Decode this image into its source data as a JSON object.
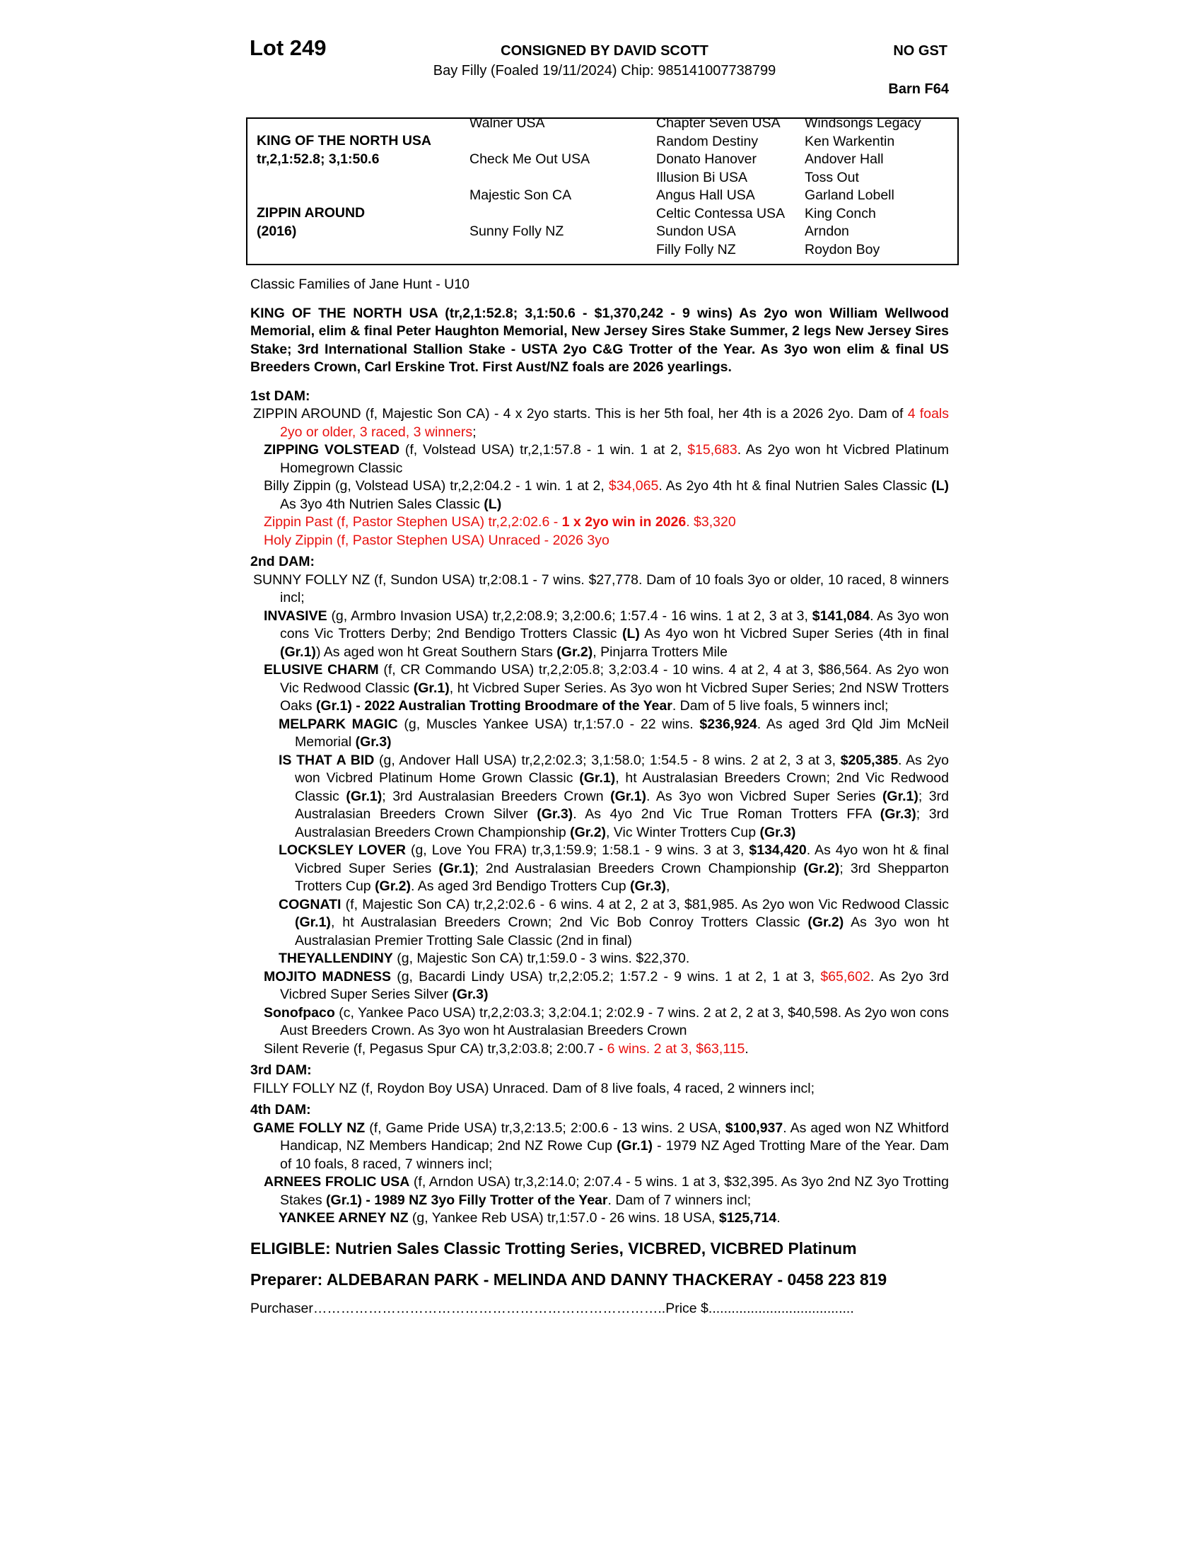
{
  "header": {
    "lot": "Lot 249",
    "consigned": "CONSIGNED BY DAVID SCOTT",
    "gst": "NO GST",
    "description": "Bay Filly (Foaled 19/11/2024) Chip: 985141007738799",
    "barn": "Barn F64"
  },
  "pedigree": {
    "sire": "KING OF THE NORTH USA",
    "sire_record": "tr,2,1:52.8; 3,1:50.6",
    "dam": "ZIPPIN AROUND",
    "dam_year": "(2016)",
    "gen2": [
      "Walner USA",
      "Check Me Out USA",
      "Majestic Son CA",
      "Sunny Folly NZ"
    ],
    "gen3": [
      "Chapter Seven USA",
      "Random Destiny",
      "Donato Hanover",
      "Illusion Bi USA",
      "Angus Hall USA",
      "Celtic Contessa USA",
      "Sundon USA",
      "Filly Folly NZ"
    ],
    "gen4": [
      "Windsongs Legacy",
      "Ken Warkentin",
      "Andover Hall",
      "Toss Out",
      "Garland Lobell",
      "King Conch",
      "Arndon",
      "Roydon Boy"
    ]
  },
  "family": "Classic Families of Jane Hunt - U10",
  "sire_summary": "KING OF THE NORTH USA (tr,2,1:52.8; 3,1:50.6 - $1,370,242 - 9 wins) As 2yo won William Wellwood Memorial, elim & final Peter Haughton Memorial, New Jersey Sires Stake Summer, 2 legs New Jersey Sires Stake; 3rd International Stallion Stake - USTA 2yo C&G Trotter of the Year. As 3yo won elim & final US Breeders Crown, Carl Erskine Trot. First Aust/NZ foals are 2026 yearlings.",
  "sections": [
    {
      "heading": "1st DAM:",
      "entries": [
        {
          "level": 0,
          "runs": [
            [
              "ZIPPIN AROUND (f, Majestic Son CA) - 4 x 2yo starts. This is her 5th foal, her 4th is a 2026 2yo. Dam of ",
              ""
            ],
            [
              "4 foals 2yo or older, 3 raced, 3 winners",
              "r"
            ],
            [
              ";",
              ""
            ]
          ]
        },
        {
          "level": 1,
          "runs": [
            [
              "ZIPPING VOLSTEAD",
              "b"
            ],
            [
              " (f, Volstead USA) tr,2,1:57.8 - 1 win. 1 at 2, ",
              ""
            ],
            [
              "$15,683",
              "r"
            ],
            [
              ". As 2yo won ht Vicbred Platinum Homegrown Classic",
              ""
            ]
          ]
        },
        {
          "level": 1,
          "runs": [
            [
              "Billy Zippin (g, Volstead USA) tr,2,2:04.2 - 1 win. 1 at 2, ",
              ""
            ],
            [
              "$34,065",
              "r"
            ],
            [
              ". As 2yo 4th ht & final Nutrien Sales Classic ",
              ""
            ],
            [
              "(L)",
              "b"
            ],
            [
              " As 3yo 4th Nutrien Sales Classic ",
              ""
            ],
            [
              "(L)",
              "b"
            ]
          ]
        },
        {
          "level": 1,
          "runs": [
            [
              "Zippin Past (f, Pastor Stephen USA) tr,2,2:02.6 - ",
              "r"
            ],
            [
              "1 x 2yo win in 2026",
              "r b"
            ],
            [
              ". $3,320",
              "r"
            ]
          ]
        },
        {
          "level": 1,
          "runs": [
            [
              "Holy Zippin (f, Pastor Stephen USA) Unraced - 2026 3yo",
              "r"
            ]
          ]
        }
      ]
    },
    {
      "heading": "2nd DAM:",
      "entries": [
        {
          "level": 0,
          "runs": [
            [
              "SUNNY FOLLY NZ (f, Sundon USA) tr,2:08.1 - 7 wins. $27,778. Dam of 10 foals 3yo or older, 10 raced, 8 winners incl;",
              ""
            ]
          ]
        },
        {
          "level": 1,
          "runs": [
            [
              "INVASIVE",
              "b"
            ],
            [
              " (g, Armbro Invasion USA) tr,2,2:08.9; 3,2:00.6; 1:57.4 - 16 wins. 1 at 2, 3 at 3, ",
              ""
            ],
            [
              "$141,084",
              "b"
            ],
            [
              ". As 3yo won cons Vic Trotters Derby; 2nd Bendigo Trotters Classic ",
              ""
            ],
            [
              "(L)",
              "b"
            ],
            [
              " As 4yo won ht Vicbred Super Series (4th in final ",
              ""
            ],
            [
              "(Gr.1)",
              "b"
            ],
            [
              ") As aged won ht Great Southern Stars ",
              ""
            ],
            [
              "(Gr.2)",
              "b"
            ],
            [
              ", Pinjarra Trotters Mile",
              ""
            ]
          ]
        },
        {
          "level": 1,
          "runs": [
            [
              "ELUSIVE CHARM",
              "b"
            ],
            [
              " (f, CR Commando USA) tr,2,2:05.8; 3,2:03.4 - 10 wins. 4 at 2, 4 at 3, $86,564. As 2yo won Vic Redwood Classic ",
              ""
            ],
            [
              "(Gr.1)",
              "b"
            ],
            [
              ", ht Vicbred Super Series. As 3yo won ht Vicbred Super Series; 2nd NSW Trotters Oaks ",
              ""
            ],
            [
              "(Gr.1) - 2022 Australian Trotting Broodmare of the Year",
              "b"
            ],
            [
              ". Dam of 5 live foals, 5 winners incl;",
              ""
            ]
          ]
        },
        {
          "level": 2,
          "runs": [
            [
              "MELPARK MAGIC",
              "b"
            ],
            [
              " (g, Muscles Yankee USA) tr,1:57.0 - 22 wins. ",
              ""
            ],
            [
              "$236,924",
              "b"
            ],
            [
              ". As aged 3rd Qld Jim McNeil Memorial ",
              ""
            ],
            [
              "(Gr.3)",
              "b"
            ]
          ]
        },
        {
          "level": 2,
          "runs": [
            [
              "IS THAT A BID",
              "b"
            ],
            [
              " (g, Andover Hall USA) tr,2,2:02.3; 3,1:58.0; 1:54.5 - 8 wins. 2 at 2, 3 at 3, ",
              ""
            ],
            [
              "$205,385",
              "b"
            ],
            [
              ". As 2yo won Vicbred Platinum Home Grown Classic ",
              ""
            ],
            [
              "(Gr.1)",
              "b"
            ],
            [
              ", ht Australasian Breeders Crown; 2nd Vic Redwood Classic ",
              ""
            ],
            [
              "(Gr.1)",
              "b"
            ],
            [
              "; 3rd Australasian Breeders Crown ",
              ""
            ],
            [
              "(Gr.1)",
              "b"
            ],
            [
              ". As 3yo won Vicbred Super Series ",
              ""
            ],
            [
              "(Gr.1)",
              "b"
            ],
            [
              "; 3rd Australasian Breeders Crown Silver ",
              ""
            ],
            [
              "(Gr.3)",
              "b"
            ],
            [
              ". As 4yo 2nd Vic True Roman Trotters FFA ",
              ""
            ],
            [
              "(Gr.3)",
              "b"
            ],
            [
              "; 3rd Australasian Breeders Crown Championship ",
              ""
            ],
            [
              "(Gr.2)",
              "b"
            ],
            [
              ", Vic Winter Trotters Cup ",
              ""
            ],
            [
              "(Gr.3)",
              "b"
            ]
          ]
        },
        {
          "level": 2,
          "runs": [
            [
              "LOCKSLEY LOVER",
              "b"
            ],
            [
              " (g, Love You FRA) tr,3,1:59.9; 1:58.1 - 9 wins. 3 at 3, ",
              ""
            ],
            [
              "$134,420",
              "b"
            ],
            [
              ". As 4yo won ht & final Vicbred Super Series ",
              ""
            ],
            [
              "(Gr.1)",
              "b"
            ],
            [
              "; 2nd Australasian Breeders Crown Championship ",
              ""
            ],
            [
              "(Gr.2)",
              "b"
            ],
            [
              "; 3rd Shepparton Trotters Cup ",
              ""
            ],
            [
              "(Gr.2)",
              "b"
            ],
            [
              ". As aged 3rd Bendigo Trotters Cup ",
              ""
            ],
            [
              "(Gr.3)",
              "b"
            ],
            [
              ",",
              ""
            ]
          ]
        },
        {
          "level": 2,
          "runs": [
            [
              "COGNATI",
              "b"
            ],
            [
              " (f, Majestic Son CA) tr,2,2:02.6 - 6 wins. 4 at 2, 2 at 3, $81,985. As 2yo won Vic Redwood Classic ",
              ""
            ],
            [
              "(Gr.1)",
              "b"
            ],
            [
              ", ht Australasian Breeders Crown; 2nd Vic Bob Conroy Trotters Classic ",
              ""
            ],
            [
              "(Gr.2)",
              "b"
            ],
            [
              " As 3yo won ht Australasian Premier Trotting Sale Classic (2nd in final)",
              ""
            ]
          ]
        },
        {
          "level": 2,
          "runs": [
            [
              "THEYALLENDINY",
              "b"
            ],
            [
              " (g, Majestic Son CA) tr,1:59.0 - 3 wins. $22,370.",
              ""
            ]
          ]
        },
        {
          "level": 1,
          "runs": [
            [
              "MOJITO MADNESS",
              "b"
            ],
            [
              " (g, Bacardi Lindy USA) tr,2,2:05.2; 1:57.2 - 9 wins. 1 at 2, 1 at 3, ",
              ""
            ],
            [
              "$65,602",
              "r"
            ],
            [
              ". As 2yo 3rd Vicbred Super Series Silver ",
              ""
            ],
            [
              "(Gr.3)",
              "b"
            ]
          ]
        },
        {
          "level": 1,
          "runs": [
            [
              "Sonofpaco",
              "b"
            ],
            [
              " (c, Yankee Paco USA) tr,2,2:03.3; 3,2:04.1; 2:02.9 - 7 wins. 2 at 2, 2 at 3, $40,598. As 2yo won cons Aust Breeders Crown. As 3yo won ht Australasian Breeders Crown",
              ""
            ]
          ]
        },
        {
          "level": 1,
          "runs": [
            [
              "Silent Reverie (f, Pegasus Spur CA) tr,3,2:03.8; 2:00.7 - ",
              ""
            ],
            [
              "6 wins. 2 at 3, $63,115",
              "r"
            ],
            [
              ".",
              ""
            ]
          ]
        }
      ]
    },
    {
      "heading": "3rd DAM:",
      "entries": [
        {
          "level": 0,
          "runs": [
            [
              "FILLY FOLLY NZ (f, Roydon Boy USA) Unraced. Dam of 8 live foals, 4 raced, 2 winners incl;",
              ""
            ]
          ]
        }
      ]
    },
    {
      "heading": "4th DAM:",
      "entries": [
        {
          "level": 0,
          "runs": [
            [
              "GAME FOLLY NZ",
              "b"
            ],
            [
              " (f, Game Pride USA) tr,3,2:13.5; 2:00.6 - 13 wins. 2 USA, ",
              ""
            ],
            [
              "$100,937",
              "b"
            ],
            [
              ". As aged won NZ Whitford Handicap, NZ Members Handicap; 2nd NZ Rowe Cup ",
              ""
            ],
            [
              "(Gr.1)",
              "b"
            ],
            [
              " - 1979 NZ Aged Trotting Mare of the Year. Dam of 10 foals, 8 raced, 7 winners incl;",
              ""
            ]
          ]
        },
        {
          "level": 1,
          "runs": [
            [
              "ARNEES FROLIC USA",
              "b"
            ],
            [
              " (f, Arndon USA) tr,3,2:14.0; 2:07.4 - 5 wins. 1 at 3, $32,395. As 3yo 2nd NZ 3yo Trotting Stakes ",
              ""
            ],
            [
              "(Gr.1) - 1989 NZ 3yo Filly Trotter of the Year",
              "b"
            ],
            [
              ". Dam of 7 winners incl;",
              ""
            ]
          ]
        },
        {
          "level": 2,
          "runs": [
            [
              "YANKEE ARNEY NZ",
              "b"
            ],
            [
              " (g, Yankee Reb USA) tr,1:57.0 - 26 wins. 18 USA, ",
              ""
            ],
            [
              "$125,714",
              "b"
            ],
            [
              ".",
              ""
            ]
          ]
        }
      ]
    }
  ],
  "eligible": "ELIGIBLE: Nutrien Sales Classic Trotting Series, VICBRED, VICBRED Platinum",
  "preparer": "Preparer: ALDEBARAN PARK - MELINDA AND DANNY THACKERAY - 0458 223 819",
  "purchaser": "Purchaser…………………………………………………………………..Price $......................................",
  "colors": {
    "highlight": "#e8110f",
    "text": "#000000"
  }
}
